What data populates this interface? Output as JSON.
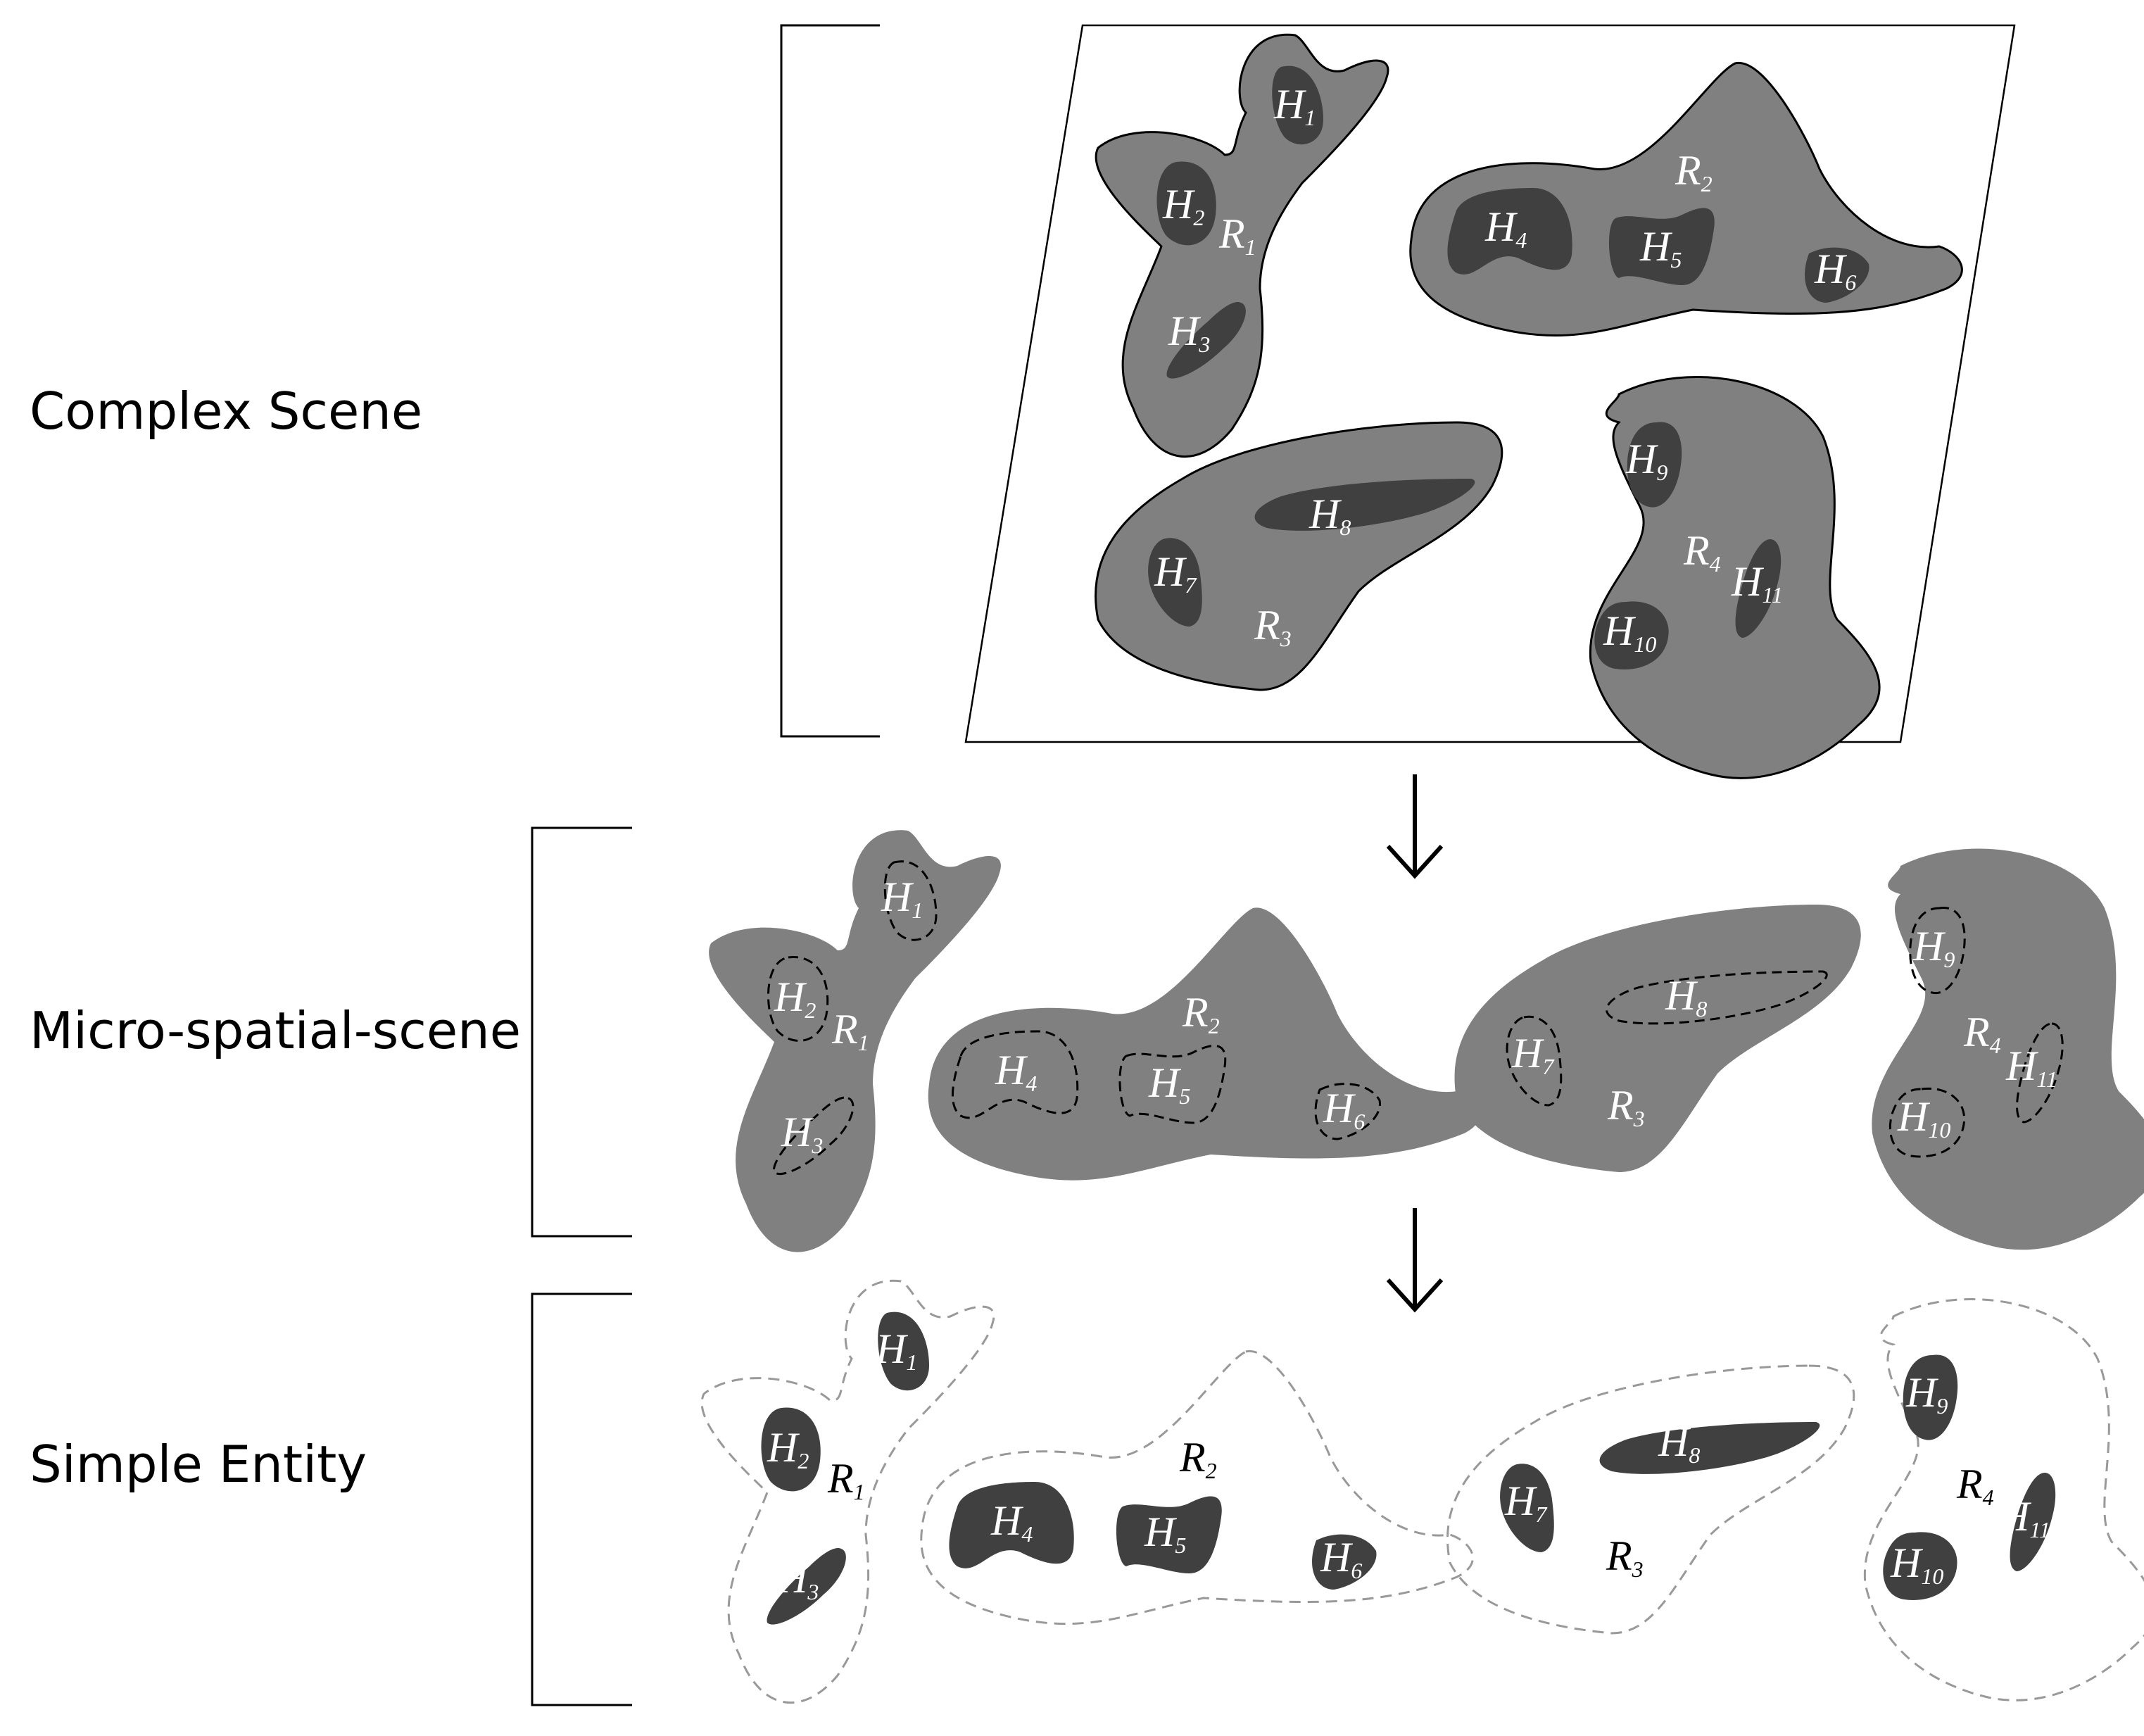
{
  "levels": [
    {
      "label": "Complex Scene"
    },
    {
      "label": "Micro-spatial-scene"
    },
    {
      "label": "Simple Entity"
    }
  ],
  "regions": [
    "R1",
    "R2",
    "R3",
    "R4"
  ],
  "holes": [
    "H1",
    "H2",
    "H3",
    "H4",
    "H5",
    "H6",
    "H7",
    "H8",
    "H9",
    "H10",
    "H11"
  ],
  "colors": {
    "region_fill": "#808080",
    "hole_fill": "#404040",
    "outline": "#000000",
    "label_on_dark": "#ffffff",
    "label_on_white": "#000000",
    "dashed_boundary": "#999999"
  },
  "icons": [
    "down-arrow-icon",
    "down-arrow-icon"
  ]
}
